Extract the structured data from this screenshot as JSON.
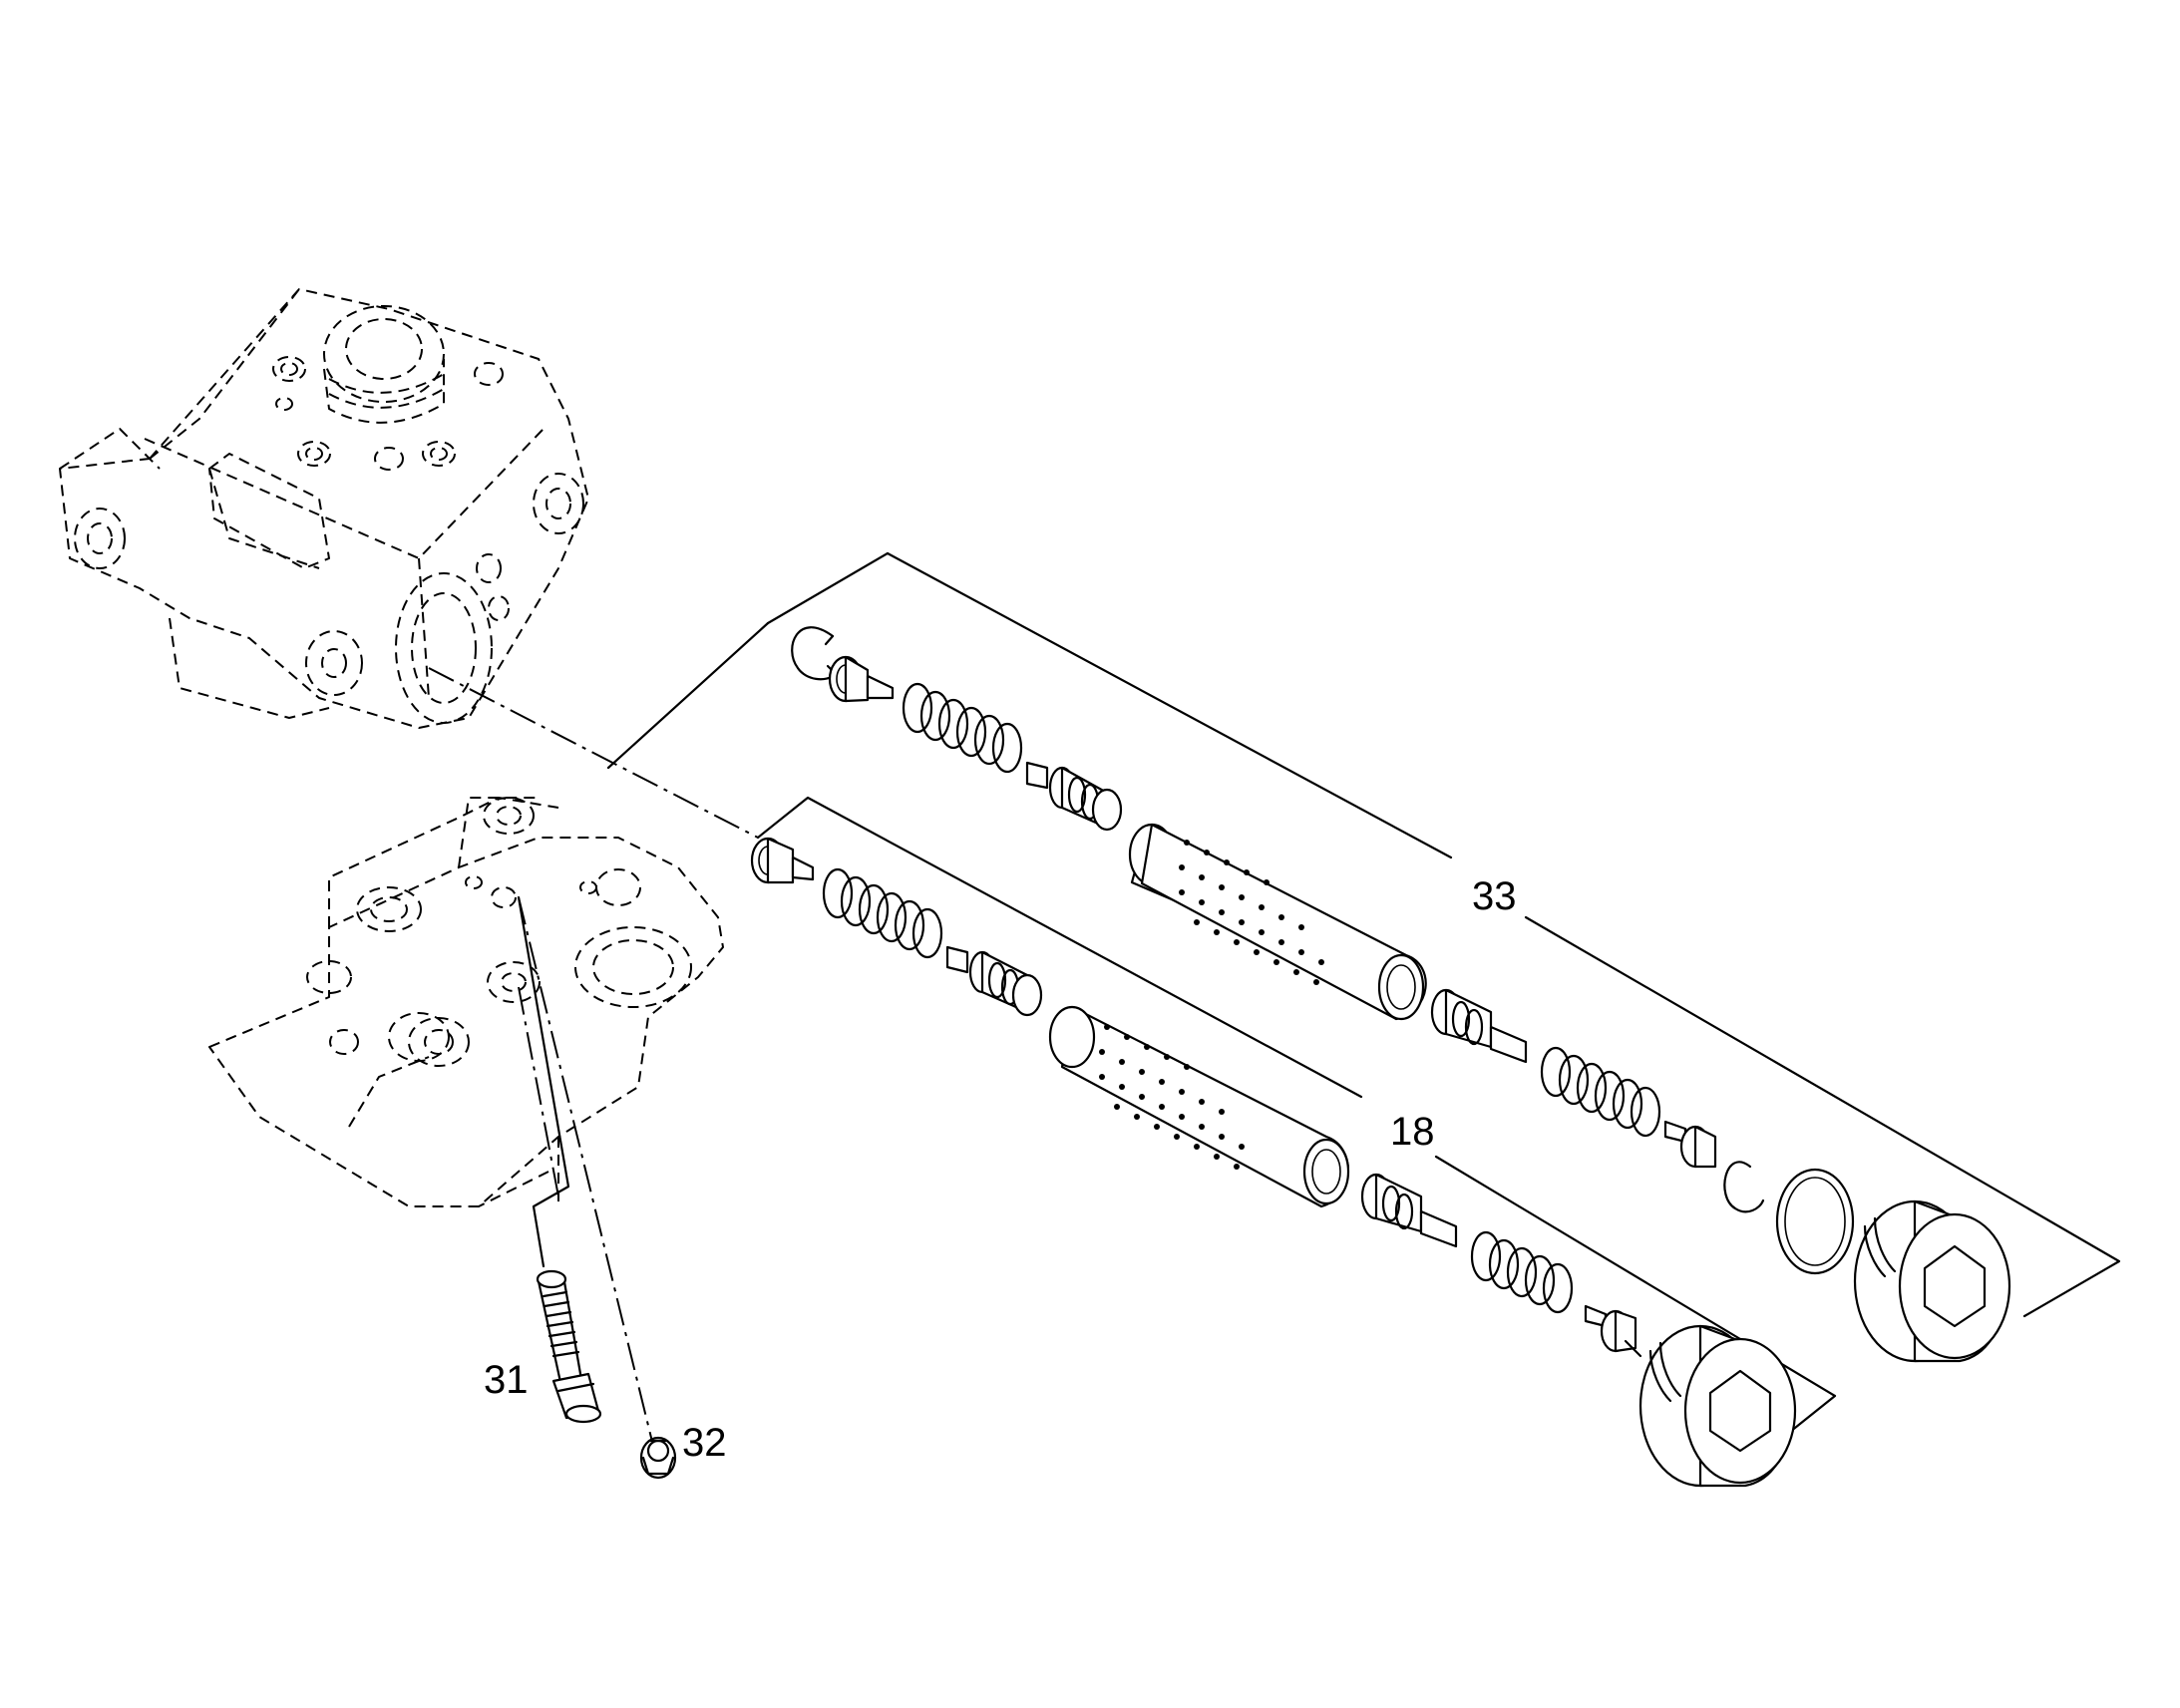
{
  "callouts": {
    "spool_assembly_upper": "33",
    "spool_assembly_lower": "18",
    "screw": "31",
    "nut": "32"
  }
}
